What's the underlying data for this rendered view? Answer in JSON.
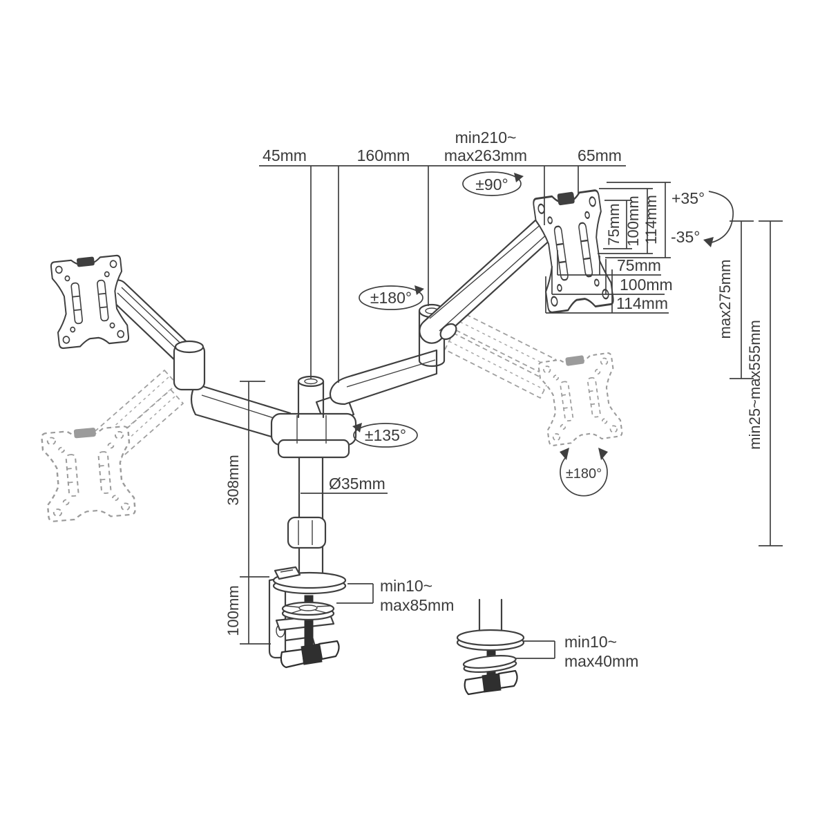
{
  "colors": {
    "line": "#3f3f3f",
    "ghost_line": "#9b9b9b",
    "text": "#3a3a3a",
    "background": "#ffffff",
    "knob_fill": "#2f2f2f"
  },
  "diagram": {
    "top_dims": {
      "d45": "45mm",
      "d160": "160mm",
      "d210a": "min210~",
      "d210b": "max263mm",
      "d65": "65mm"
    },
    "rotation": {
      "top_swivel": "±90°",
      "arm_swivel": "±180°",
      "base_swivel": "±135°",
      "plate_rotation": "±180°"
    },
    "tilt": {
      "up": "+35°",
      "down": "-35°"
    },
    "vesa_vertical": {
      "v75": "75mm",
      "v100": "100mm",
      "v114": "114mm"
    },
    "vesa_horizontal": {
      "h75": "75mm",
      "h100": "100mm",
      "h114": "114mm"
    },
    "height": {
      "arm_lift": "max275mm",
      "full_range": "min25~max555mm"
    },
    "pole": {
      "length": "308mm",
      "diameter": "Ø35mm",
      "clamp_height": "100mm"
    },
    "desk_clamp_range": {
      "line1": "min10~",
      "line2": "max85mm"
    },
    "grommet_range": {
      "line1": "min10~",
      "line2": "max40mm"
    }
  }
}
